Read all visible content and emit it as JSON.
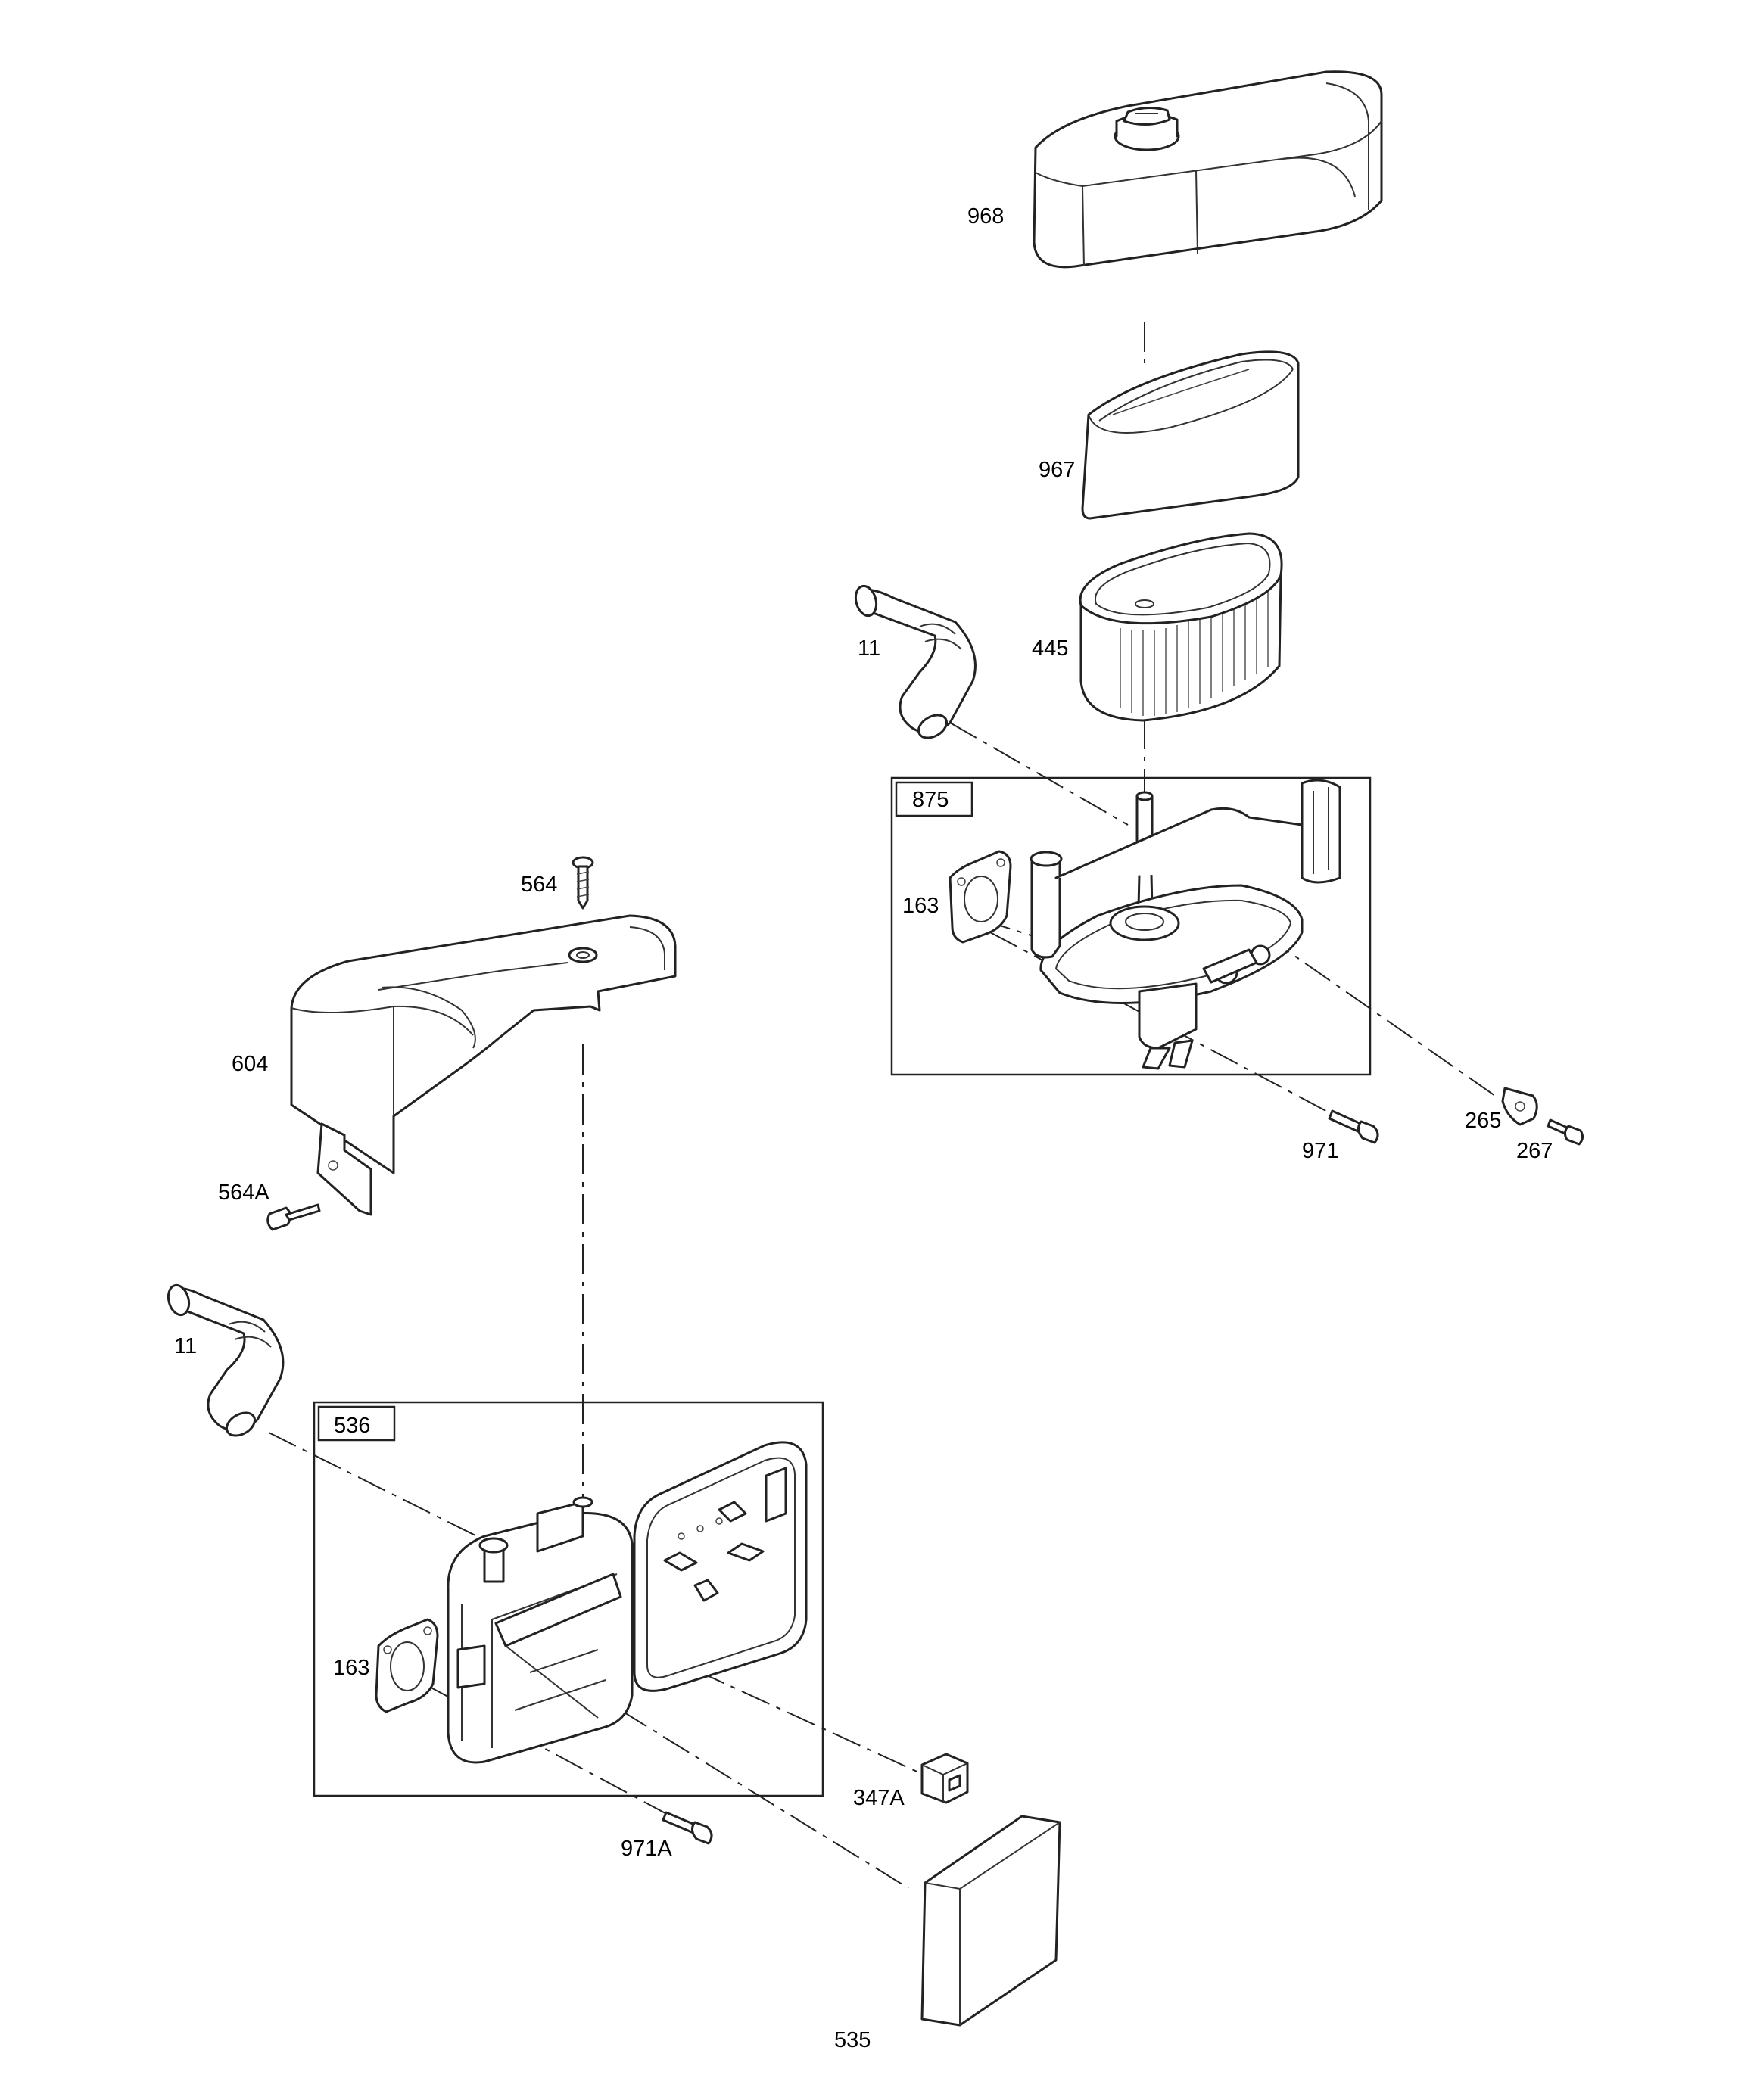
{
  "callouts": {
    "c968": "968",
    "c967": "967",
    "c445": "445",
    "c11_top": "11",
    "c875": "875",
    "c163_top": "163",
    "c971": "971",
    "c265": "265",
    "c267": "267",
    "c564": "564",
    "c604": "604",
    "c564A": "564A",
    "c11_bottom": "11",
    "c536": "536",
    "c163_bottom": "163",
    "c347A": "347A",
    "c971A": "971A",
    "c535": "535"
  }
}
